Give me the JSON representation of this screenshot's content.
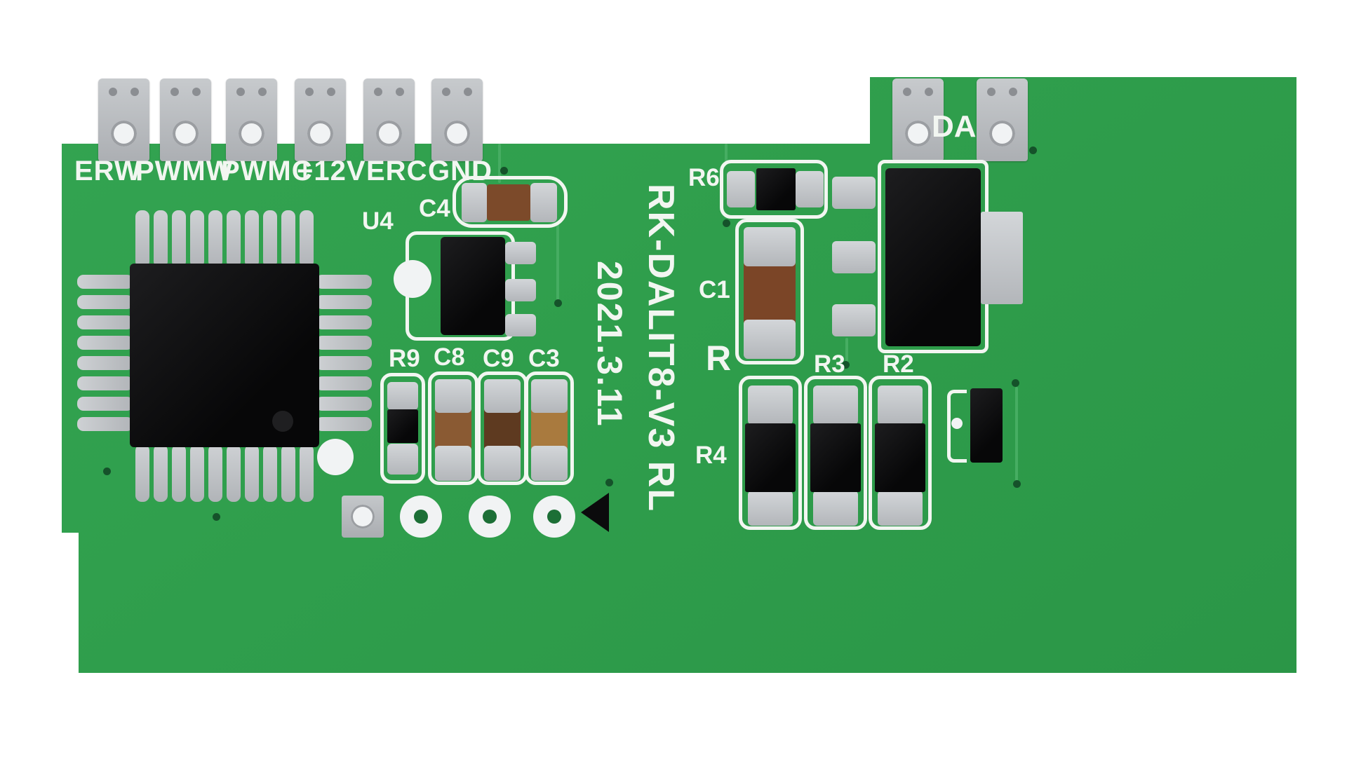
{
  "colors": {
    "board": "#2f9e4c",
    "trace": "#46ad62",
    "silk": "#f2f6f1",
    "pad-dark": "#8b8e92",
    "hole": "#f1f3f4",
    "chip": "#0c0c0d",
    "via": "#15522a",
    "cap-brown": "#7c4a2a"
  },
  "terminals": [
    "ERW",
    "PWMW",
    "PWMC",
    "+12V",
    "ERC",
    "GND"
  ],
  "right_terminal": "DA",
  "silkscreen": {
    "model": "RK-DALIT8-V3 RL",
    "date": "2021.3.11"
  },
  "components": {
    "u4": "U4",
    "c4": "C4",
    "r9": "R9",
    "c8": "C8",
    "c9": "C9",
    "c3": "C3",
    "r6": "R6",
    "c1": "C1",
    "r": "R",
    "r3": "R3",
    "r2": "R2",
    "r4": "R4"
  }
}
